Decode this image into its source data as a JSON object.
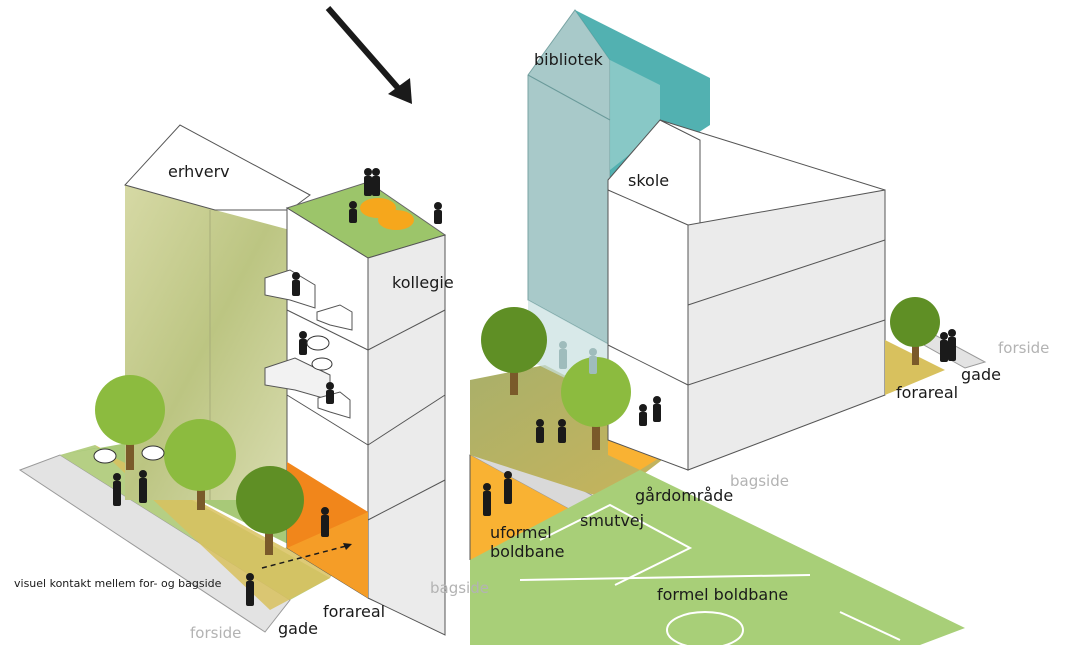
{
  "labels": {
    "erhverv": "erhverv",
    "kollegie": "kollegie",
    "bibliotek": "bibliotek",
    "skole": "skole",
    "forside_left": "forside",
    "forside_right": "forside",
    "gade_left": "gade",
    "gade_right": "gade",
    "forareal_left": "forareal",
    "forareal_right": "forareal",
    "bagside_left": "bagside",
    "bagside_right": "bagside",
    "uformel_line1": "uformel",
    "uformel_line2": "boldbane",
    "smutvej": "smutvej",
    "gaardomraade": "gårdområde",
    "formel_boldbane": "formel boldbane",
    "visuel_kontakt": "visuel kontakt mellem for- og bagside"
  },
  "colors": {
    "grass": "#9ec56a",
    "grass_dark": "#7fa64a",
    "orange": "#f28c1e",
    "orange_light": "#f9b233",
    "wall": "#ffffff",
    "wall_shade": "#e6e6e6",
    "library": "#9fc4c4",
    "library_dark": "#3fa8a8",
    "facade_green": "#c9cf96",
    "tree": "#8cbb3f",
    "tree_dark": "#5f8f25",
    "figure": "#1a1a1a",
    "road": "#e0e0e0",
    "sidewalk": "#d8c878"
  },
  "icons": {
    "arrow": "arrow-icon",
    "speech": "speech-bubble-icon",
    "person": "person-icon"
  }
}
